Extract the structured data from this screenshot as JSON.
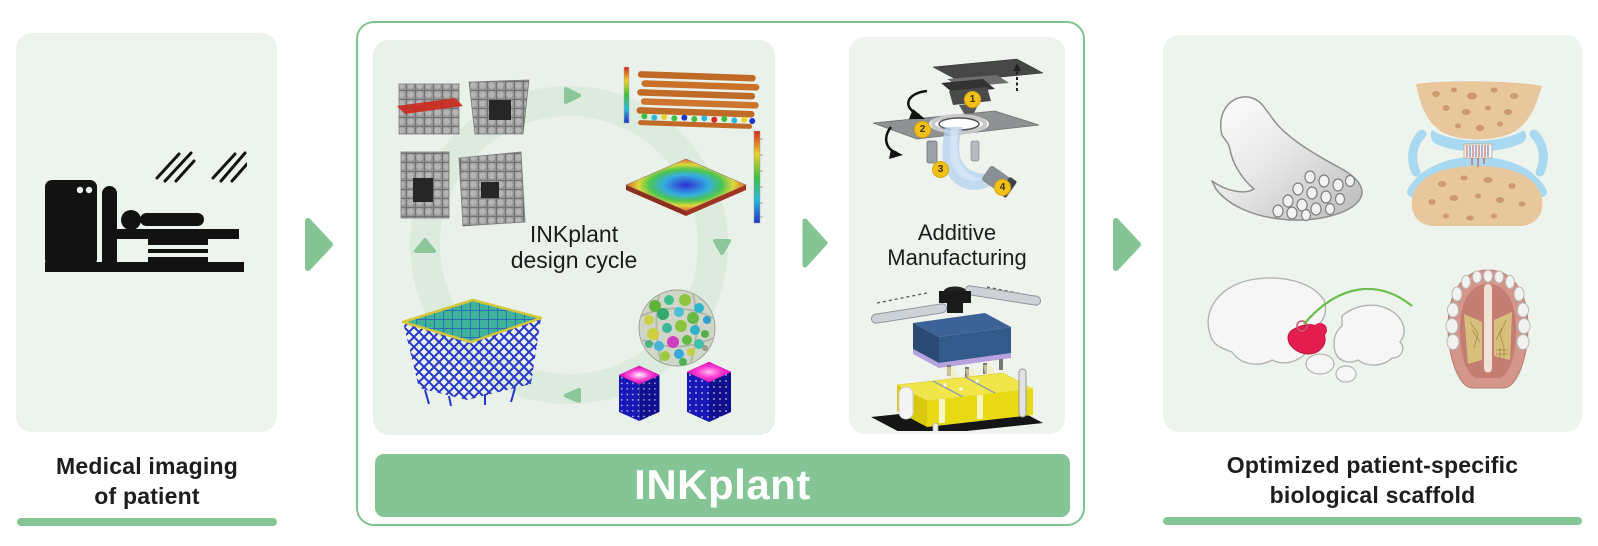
{
  "colors": {
    "accent_green": "#85c494",
    "frame_border_green": "#7ec28e",
    "panel_background": "#edf4ee",
    "cycle_ring_green": "#dcebde",
    "badge_yellow": "#f2c018"
  },
  "stage_medical": {
    "label_line1": "Medical imaging",
    "label_line2": "of patient",
    "icon": "mri-scanner-icon"
  },
  "inkplant": {
    "banner": "INKplant",
    "design_cycle": {
      "title_line1": "INKplant",
      "title_line2": "design cycle",
      "icons": [
        "lattice-unit-cells-image",
        "woodpile-scaffold-simulation-image",
        "plate-fea-simulation-image",
        "lattice-basket-fea-image",
        "particle-sphere-model-image",
        "voxel-heatmap-cubes-image",
        "cycle-ring",
        "rainbow-colorbar"
      ]
    },
    "additive": {
      "label_line1": "Additive",
      "label_line2": "Manufacturing",
      "badges": [
        "1",
        "2",
        "3",
        "4"
      ],
      "icons": [
        "multi-axis-printhead-schematic-image",
        "bioprinter-illustration-image"
      ]
    }
  },
  "stage_scaffold": {
    "label_line1": "Optimized patient-specific",
    "label_line2": "biological scaffold",
    "icons": [
      "meniscus-scaffold-image",
      "osteochondral-joint-image",
      "skull-tmj-implant-image",
      "palate-graft-image"
    ]
  }
}
